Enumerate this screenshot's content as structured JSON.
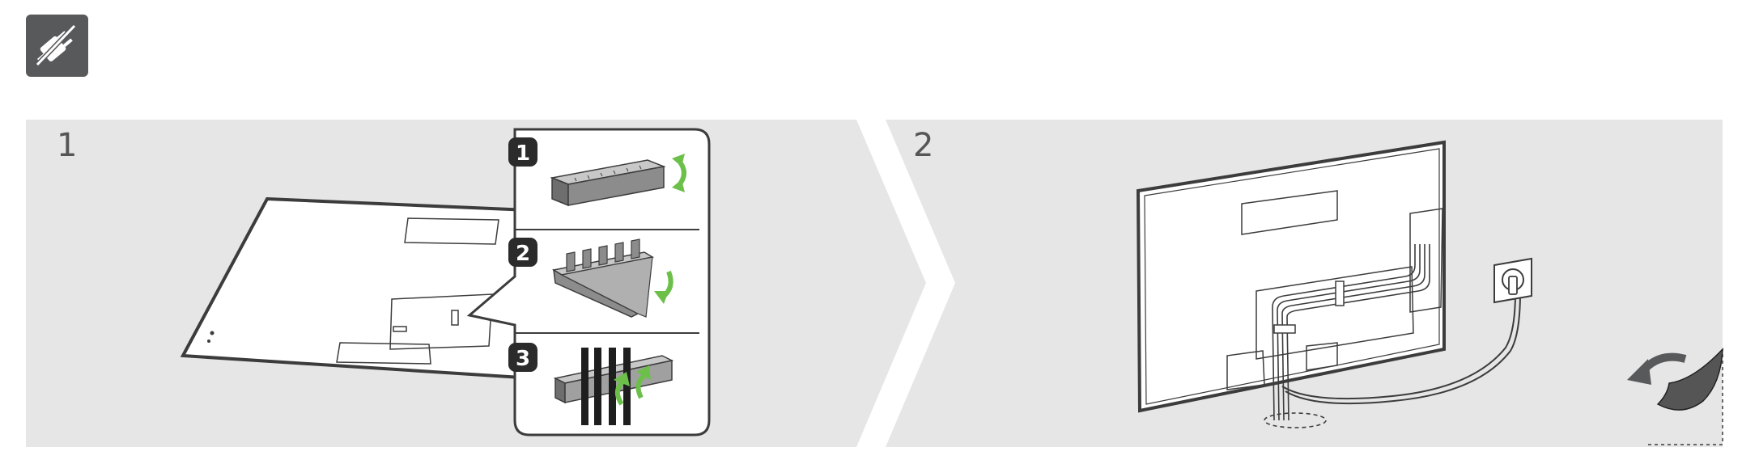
{
  "header": {
    "icon": "plug-icon"
  },
  "steps": [
    {
      "number": "1"
    },
    {
      "number": "2"
    }
  ],
  "callout": {
    "substeps": [
      "1",
      "2",
      "3"
    ]
  },
  "colors": {
    "panel": "#e6e6e7",
    "icon_bg": "#58595b",
    "arrow_green": "#6cc04a",
    "outline": "#3c3c3c",
    "part_gray": "#8c8c8c"
  }
}
